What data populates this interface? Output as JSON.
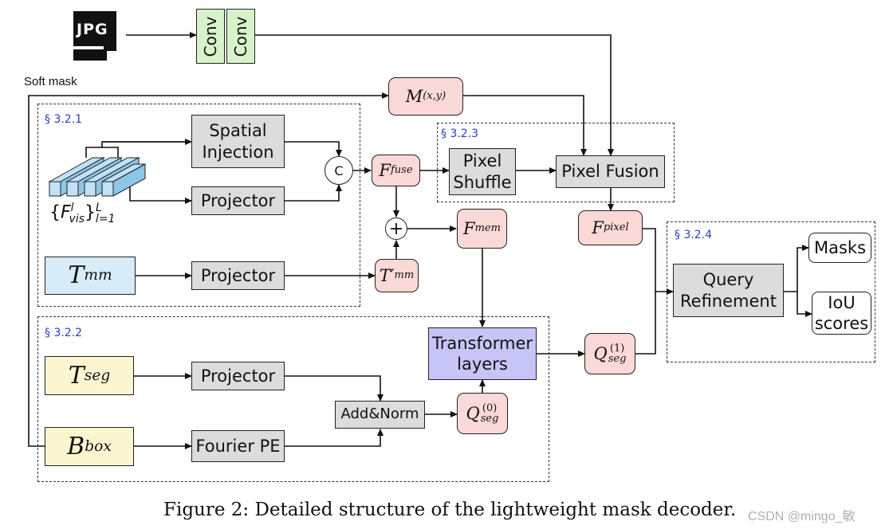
{
  "file_icon": {
    "text": "JPG"
  },
  "conv_blocks": [
    "Conv",
    "Conv"
  ],
  "soft_mask_label": "Soft mask",
  "sections": [
    "§ 3.2.1",
    "§ 3.2.3",
    "§ 3.2.2",
    "§ 3.2.4"
  ],
  "boxes": {
    "spatial_injection": "Spatial Injection",
    "projector_vis": "Projector",
    "projector_mm": "Projector",
    "projector_seg": "Projector",
    "fourier_pe": "Fourier PE",
    "add_norm": "Add&Norm",
    "pixel_shuffle": "Pixel Shuffle",
    "pixel_fusion": "Pixel Fusion",
    "transformer_layers": "Transformer layers",
    "query_refinement": "Query Refinement",
    "masks": "Masks",
    "iou_scores": "IoU scores"
  },
  "math_nodes": {
    "m_xy": {
      "base": "M",
      "sub": "(x,y)"
    },
    "f_fuse": {
      "base": "F",
      "sub": "fuse"
    },
    "f_mem": {
      "base": "F",
      "sub": "mem"
    },
    "f_pixel": {
      "base": "F",
      "sub": "pixel"
    },
    "t_mm": {
      "base": "T",
      "sub": "mm"
    },
    "t_mm_prime": {
      "base": "T′",
      "sub": "mm"
    },
    "t_seg": {
      "base": "T",
      "sub": "seg"
    },
    "b_box": {
      "base": "B",
      "sub": "box"
    },
    "q_seg_0": {
      "base": "Q",
      "sub": "seg",
      "sup": "(0)"
    },
    "q_seg_1": {
      "base": "Q",
      "sub": "seg",
      "sup": "(1)"
    },
    "f_vis": {
      "open": "{",
      "base": "F",
      "sup": "l",
      "sub": "vis",
      "close": "}",
      "range_sup": "L",
      "range_sub": "l=1"
    }
  },
  "operators": {
    "concat": "C",
    "add": "+"
  },
  "caption": "Figure 2: Detailed structure of the lightweight mask decoder.",
  "watermark": "CSDN @mingo_敏"
}
